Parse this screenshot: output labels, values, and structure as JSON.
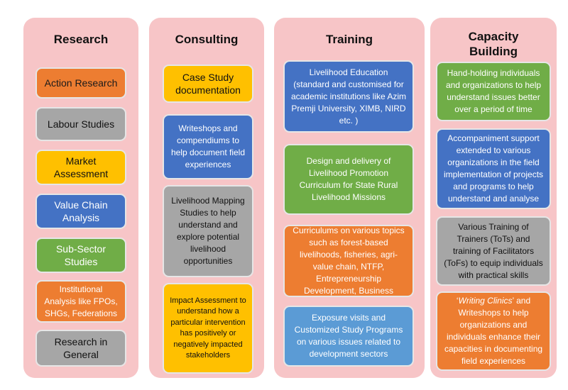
{
  "columns": [
    {
      "title": "Research",
      "items": [
        "Action Research",
        "Labour Studies",
        "Market Assessment",
        "Value Chain Analysis",
        "Sub-Sector Studies",
        "Institutional Analysis like FPOs, SHGs, Federations",
        "Research in General"
      ]
    },
    {
      "title": "Consulting",
      "items": [
        "Case Study documentation",
        "Writeshops and compendiums to help document field experiences",
        "Livelihood Mapping Studies to help understand and explore potential livelihood opportunities",
        "Impact Assessment to understand how a particular intervention has positively or negatively impacted stakeholders"
      ]
    },
    {
      "title": "Training",
      "items": [
        "Livelihood Education (standard and customised for academic institutions like Azim Premji University, XIMB, NIRD etc. )",
        "Design and delivery of Livelihood Promotion Curriculum for State Rural Livelihood Missions",
        "Curriculums on various topics such as forest-based livelihoods, fisheries, agri-value chain, NTFP, Entrepreneurship Development, Business",
        "Exposure visits and Customized Study Programs on various issues related to development sectors"
      ]
    },
    {
      "title": "Capacity Building",
      "items": [
        "Hand-holding individuals and organizations to help understand issues better over a period of time",
        "Accompaniment support extended to various organizations in the field implementation of projects and programs to help understand and analyse",
        "Various Training of Trainers (ToTs) and training of Facilitators (ToFs) to equip individuals with practical skills",
        "Writing Clinics"
      ],
      "last_item_rest": "and Writeshops to help organizations and individuals enhance their capacities in documenting field experiences",
      "last_item_quote_open": "‘",
      "last_item_quote_close": "’"
    }
  ],
  "colors": {
    "panel": "#f7c5c7",
    "orange": "#ed7d31",
    "gray": "#a6a6a6",
    "yellow": "#ffc000",
    "blue": "#4472c4",
    "green": "#70ad47",
    "light_blue": "#5b9bd5"
  }
}
